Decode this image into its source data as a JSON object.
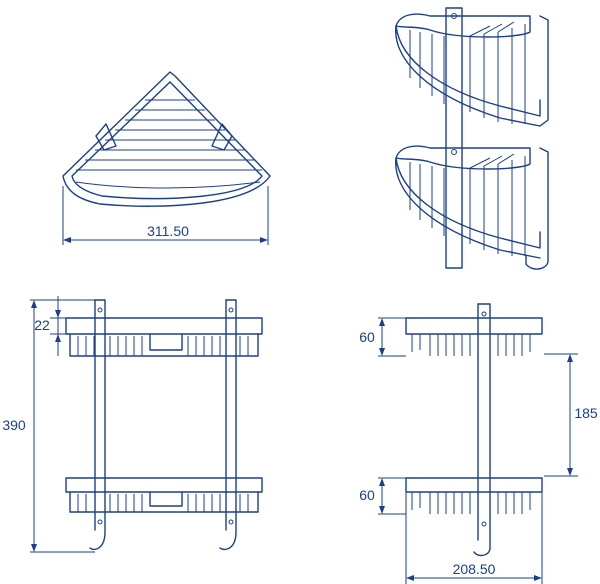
{
  "diagram": {
    "line_color": "#1b3f8f",
    "dimensions": {
      "top_view_width": "311.50",
      "front_total_height": "390",
      "front_top_offset": "22",
      "side_basket_height_top": "60",
      "side_basket_height_bottom": "60",
      "side_gap": "185",
      "side_width": "208.50"
    }
  }
}
